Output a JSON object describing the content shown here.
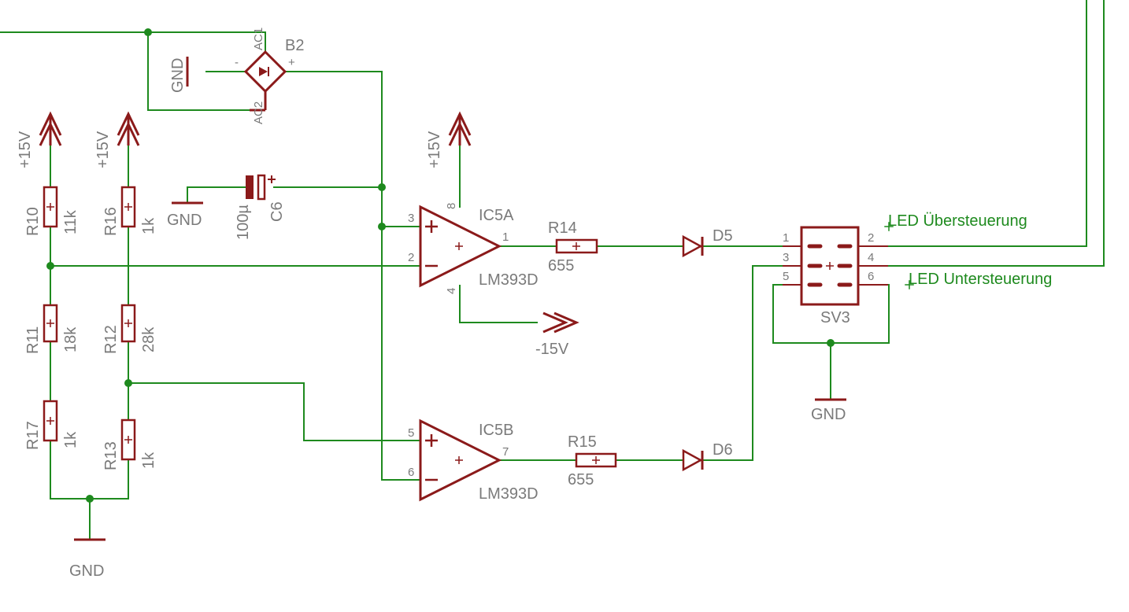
{
  "components": {
    "B2": {
      "name": "B2",
      "ac1": "AC1",
      "ac2": "AC2",
      "minus": "-",
      "plus": "+"
    },
    "C6": {
      "name": "C6",
      "value": "100µ"
    },
    "R10": {
      "name": "R10",
      "value": "11k"
    },
    "R16": {
      "name": "R16",
      "value": "1k"
    },
    "R11": {
      "name": "R11",
      "value": "18k"
    },
    "R12": {
      "name": "R12",
      "value": "28k"
    },
    "R17": {
      "name": "R17",
      "value": "1k"
    },
    "R13": {
      "name": "R13",
      "value": "1k"
    },
    "IC5A": {
      "name": "IC5A",
      "part": "LM393D",
      "pin_in_plus": "3",
      "pin_in_minus": "2",
      "pin_out": "1",
      "pin_vcc": "8",
      "pin_vee": "4"
    },
    "IC5B": {
      "name": "IC5B",
      "part": "LM393D",
      "pin_in_plus": "5",
      "pin_in_minus": "6",
      "pin_out": "7"
    },
    "R14": {
      "name": "R14",
      "value": "655"
    },
    "R15": {
      "name": "R15",
      "value": "655"
    },
    "D5": {
      "name": "D5"
    },
    "D6": {
      "name": "D6"
    },
    "SV3": {
      "name": "SV3",
      "pins": [
        "1",
        "2",
        "3",
        "4",
        "5",
        "6"
      ]
    }
  },
  "supplies": {
    "gnd": "GND",
    "pos15": "+15V",
    "neg15": "-15V"
  },
  "nets": {
    "led_over": "LED Übersteuerung",
    "led_under": "LED Untersteuerung"
  },
  "colors": {
    "wire": "#1e8a1e",
    "part": "#8b1a1a",
    "label": "#7a7a7a"
  }
}
